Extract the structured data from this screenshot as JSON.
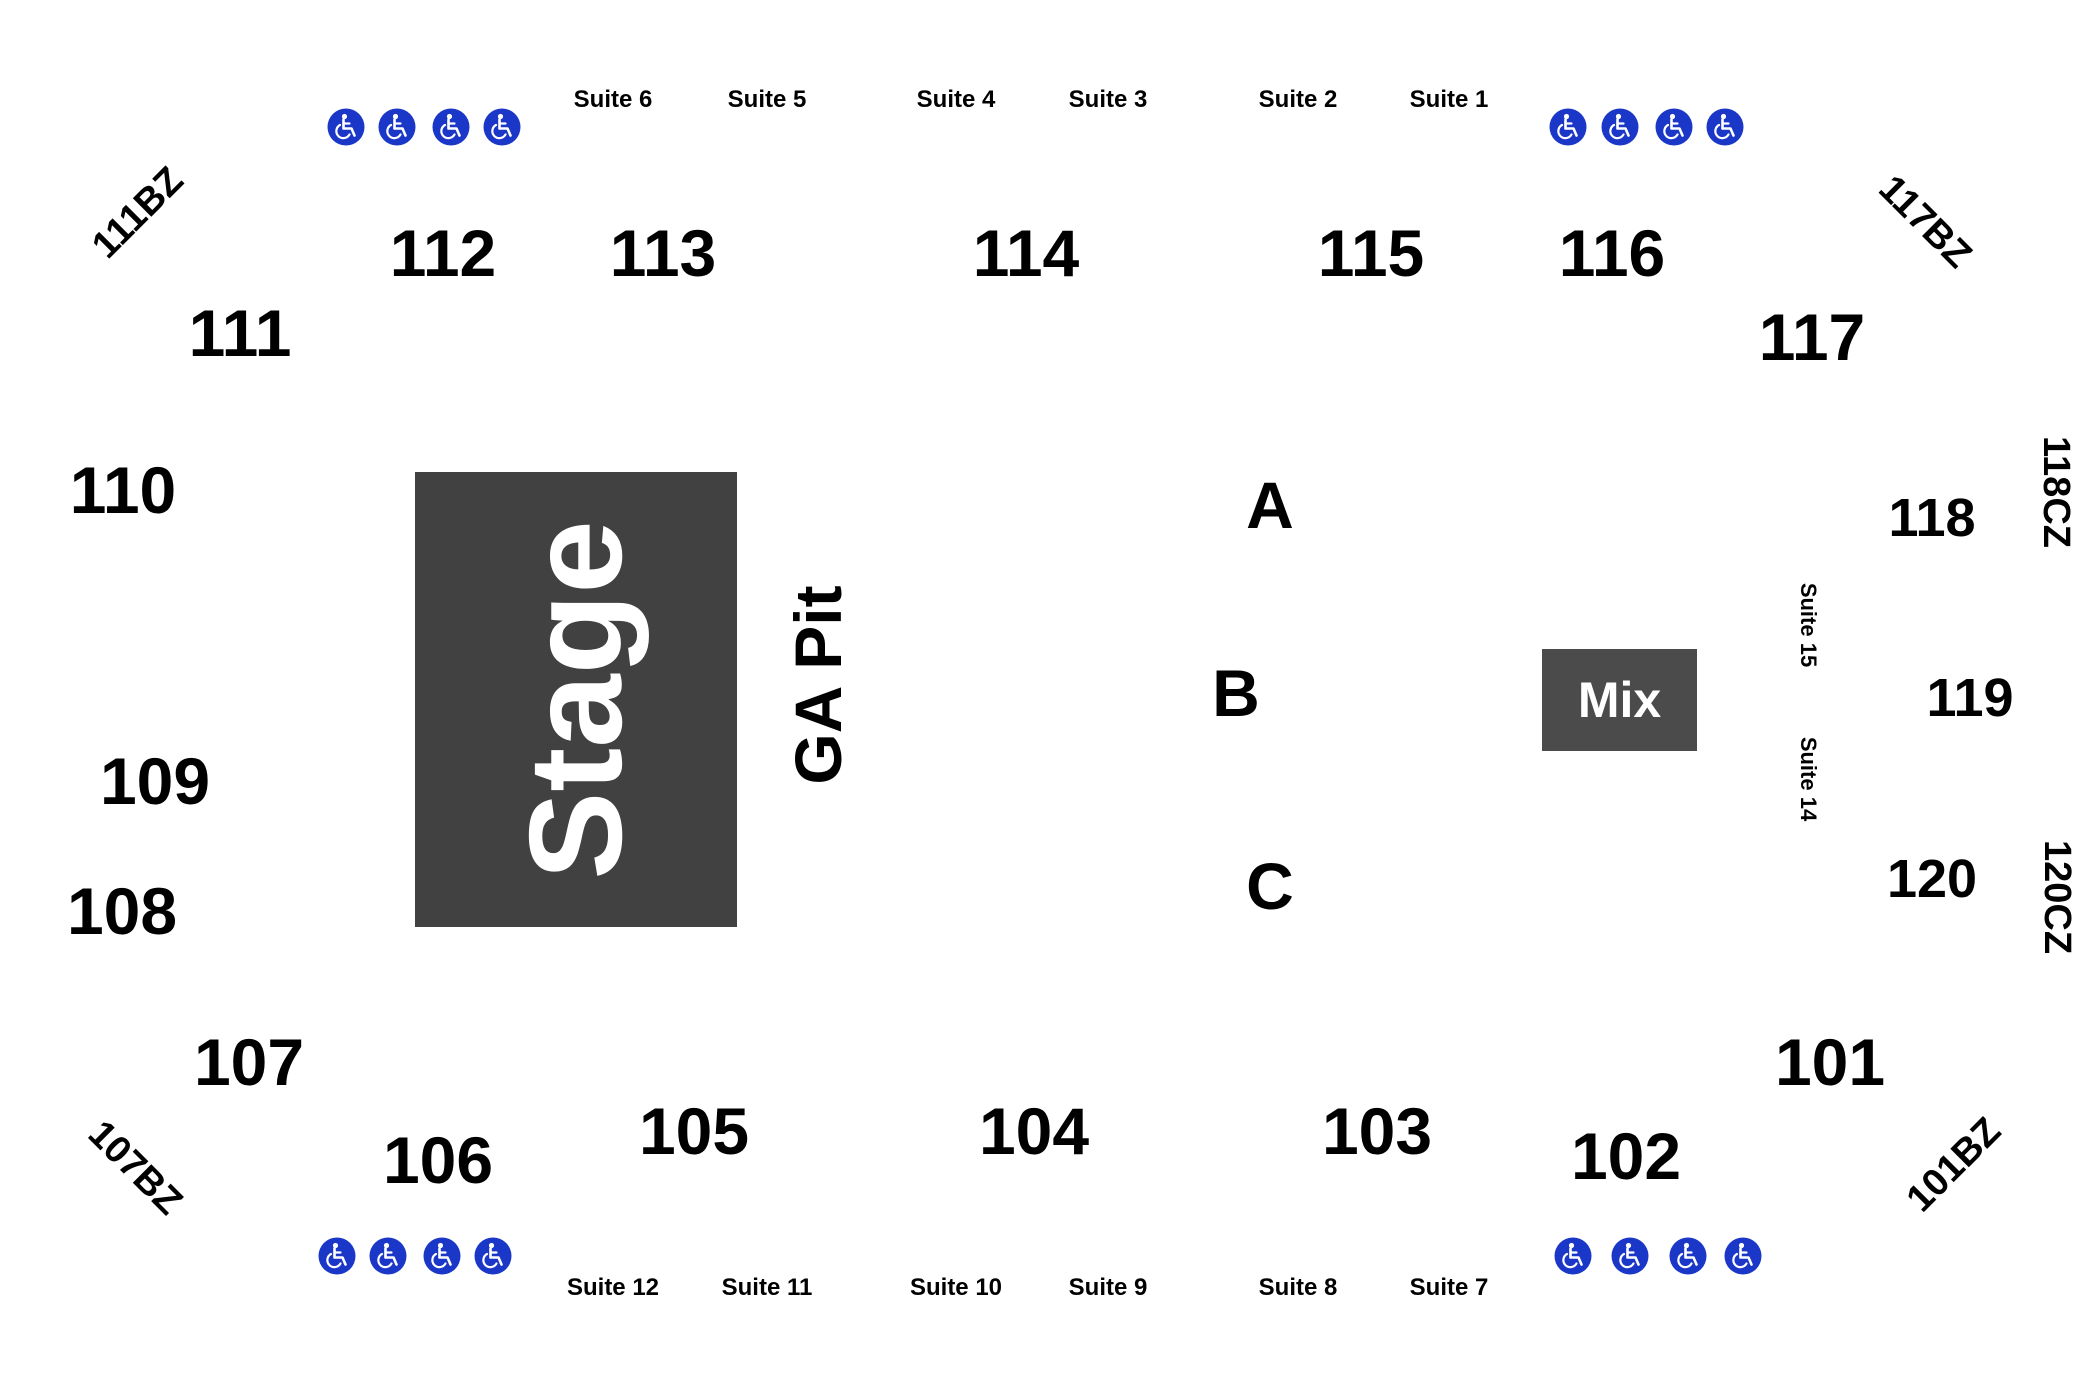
{
  "sections": {
    "s101": "101",
    "s102": "102",
    "s103": "103",
    "s104": "104",
    "s105": "105",
    "s106": "106",
    "s107": "107",
    "s108": "108",
    "s109": "109",
    "s110": "110",
    "s111": "111",
    "s112": "112",
    "s113": "113",
    "s114": "114",
    "s115": "115",
    "s116": "116",
    "s117": "117",
    "s118": "118",
    "s119": "119",
    "s120": "120"
  },
  "corner_zones": {
    "z111bz": "111BZ",
    "z117bz": "117BZ",
    "z107bz": "107BZ",
    "z101bz": "101BZ",
    "z118cz": "118CZ",
    "z120cz": "120CZ"
  },
  "suites": {
    "suite1": "Suite 1",
    "suite2": "Suite 2",
    "suite3": "Suite 3",
    "suite4": "Suite 4",
    "suite5": "Suite 5",
    "suite6": "Suite 6",
    "suite7": "Suite 7",
    "suite8": "Suite 8",
    "suite9": "Suite 9",
    "suite10": "Suite 10",
    "suite11": "Suite 11",
    "suite12": "Suite 12",
    "suite14": "Suite 14",
    "suite15": "Suite 15"
  },
  "floor": {
    "stage": "Stage",
    "ga_pit": "GA Pit",
    "a": "A",
    "b": "B",
    "c": "C",
    "mix": "Mix"
  },
  "accessibility": {
    "icon": "wheelchair-icon",
    "color": "#1a37c8"
  },
  "colors": {
    "stage": "#414141",
    "mix": "#4b4b4b"
  }
}
